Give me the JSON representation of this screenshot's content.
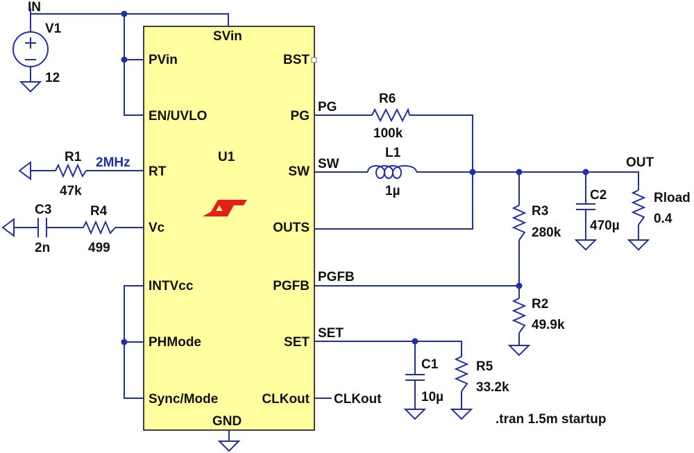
{
  "colors": {
    "wire": "#1f2fa8",
    "ic_fill": "#ffffa0",
    "logo": "#e3201b",
    "text": "#111111"
  },
  "ic": {
    "ref": "U1",
    "pins_left": [
      "PVin",
      "EN/UVLO",
      "RT",
      "Vc",
      "INTVcc",
      "PHMode",
      "Sync/Mode"
    ],
    "pins_right": [
      "BST",
      "PG",
      "SW",
      "OUTS",
      "PGFB",
      "SET",
      "CLKout"
    ],
    "pin_top": "SVin",
    "pin_bottom": "GND",
    "logo_icon": "linear-tech-logo-icon"
  },
  "source": {
    "ref": "V1",
    "value": "12",
    "net": "IN"
  },
  "components": {
    "R1": {
      "ref": "R1",
      "value": "47k"
    },
    "R4": {
      "ref": "R4",
      "value": "499"
    },
    "C3": {
      "ref": "C3",
      "value": "2n"
    },
    "R6": {
      "ref": "R6",
      "value": "100k"
    },
    "L1": {
      "ref": "L1",
      "value": "1µ"
    },
    "R3": {
      "ref": "R3",
      "value": "280k"
    },
    "R2": {
      "ref": "R2",
      "value": "49.9k"
    },
    "C1": {
      "ref": "C1",
      "value": "10µ"
    },
    "R5": {
      "ref": "R5",
      "value": "33.2k"
    },
    "C2": {
      "ref": "C2",
      "value": "470µ"
    },
    "Rload": {
      "ref": "Rload",
      "value": "0.4"
    }
  },
  "nets": {
    "rt": "2MHz",
    "pg": "PG",
    "sw": "SW",
    "pgfb": "PGFB",
    "set": "SET",
    "clkout": "CLKout",
    "out": "OUT"
  },
  "directive": ".tran 1.5m startup"
}
